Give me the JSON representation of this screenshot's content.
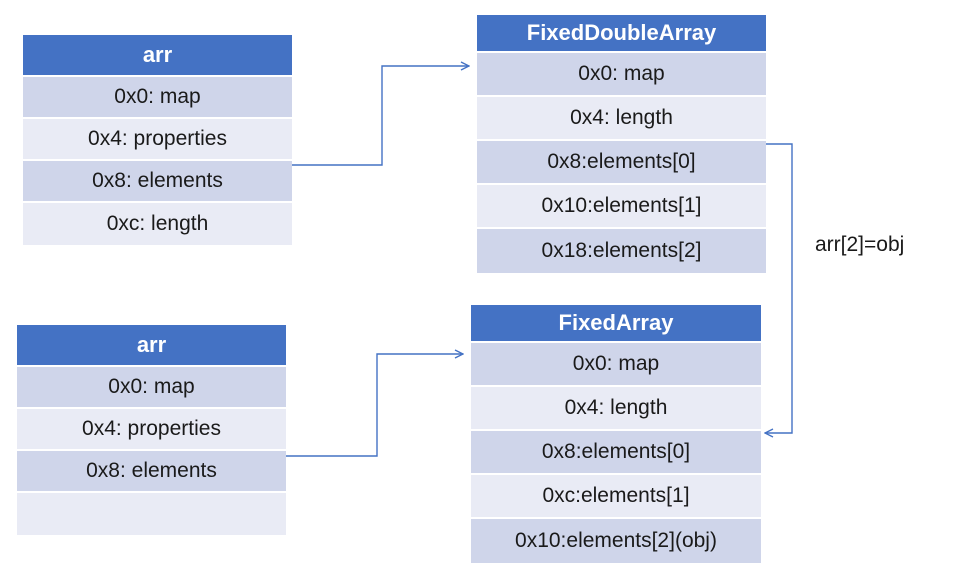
{
  "top_arr": {
    "title": "arr",
    "rows": [
      "0x0: map",
      "0x4: properties",
      "0x8: elements",
      "0xc: length"
    ]
  },
  "fixed_double_array": {
    "title": "FixedDoubleArray",
    "rows": [
      "0x0: map",
      "0x4: length",
      "0x8:elements[0]",
      "0x10:elements[1]",
      "0x18:elements[2]"
    ]
  },
  "bottom_arr": {
    "title": "arr",
    "rows": [
      "0x0: map",
      "0x4: properties",
      "0x8: elements",
      ""
    ]
  },
  "fixed_array": {
    "title": "FixedArray",
    "rows": [
      "0x0: map",
      "0x4: length",
      "0x8:elements[0]",
      "0xc:elements[1]",
      "0x10:elements[2](obj)"
    ]
  },
  "transition_label": "arr[2]=obj",
  "colors": {
    "header": "#4472c4",
    "row_dark": "#cfd5ea",
    "row_light": "#e9ebf5",
    "connector": "#4472c4"
  }
}
